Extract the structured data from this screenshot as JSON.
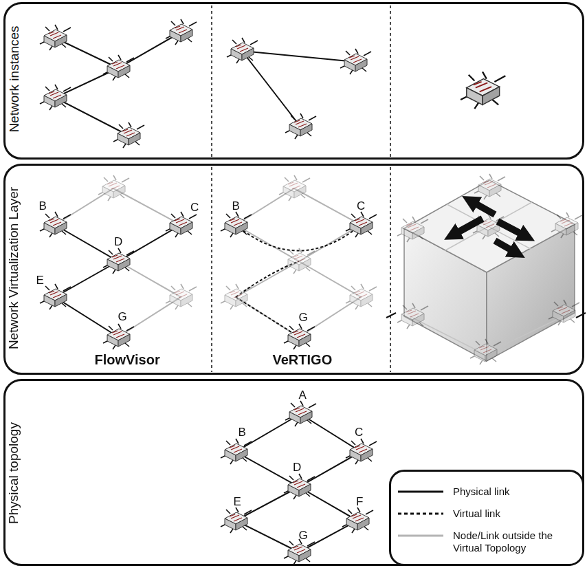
{
  "diagram": {
    "nodes": [
      {
        "text": [
          "Network instances"
        ]
      },
      {
        "text": [
          "Network Virtualization Layer"
        ]
      },
      {
        "text": [
          "Physical topology"
        ]
      }
    ],
    "labels": [
      "B",
      "C",
      "D",
      "E",
      "G",
      "FlowVisor",
      "B",
      "C",
      "G",
      "VeRTIGO",
      "A",
      "B",
      "C",
      "D",
      "E",
      "F",
      "G"
    ],
    "legend": [
      {
        "text": "Physical link"
      },
      {
        "text": "Virtual link"
      },
      {
        "text": "Node/Link outside the Virtual Topology"
      }
    ]
  }
}
